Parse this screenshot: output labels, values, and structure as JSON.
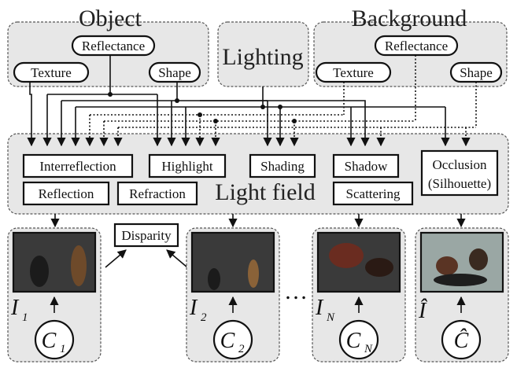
{
  "object": {
    "title": "Object",
    "reflectance": "Reflectance",
    "texture": "Texture",
    "shape": "Shape"
  },
  "lighting": {
    "title": "Lighting"
  },
  "background": {
    "title": "Background",
    "reflectance": "Reflectance",
    "texture": "Texture",
    "shape": "Shape"
  },
  "light_field": {
    "title": "Light field",
    "effects": {
      "interreflection": "Interreflection",
      "highlight": "Highlight",
      "shading": "Shading",
      "shadow": "Shadow",
      "occlusion_line1": "Occlusion",
      "occlusion_line2": "(Silhouette)",
      "reflection": "Reflection",
      "refraction": "Refraction",
      "scattering": "Scattering"
    }
  },
  "disparity": "Disparity",
  "ellipsis": "…",
  "cameras": [
    {
      "image": "I",
      "image_sub": "1",
      "camera": "C",
      "camera_sub": "1"
    },
    {
      "image": "I",
      "image_sub": "2",
      "camera": "C",
      "camera_sub": "2"
    },
    {
      "image": "I",
      "image_sub": "N",
      "camera": "C",
      "camera_sub": "N"
    },
    {
      "image": "Î",
      "image_sub": "",
      "camera": "Ĉ",
      "camera_sub": ""
    }
  ],
  "colors": {
    "group_fill": "#e7e7e7",
    "stroke": "#111111",
    "thumb_bg": "#3a3a3a"
  }
}
